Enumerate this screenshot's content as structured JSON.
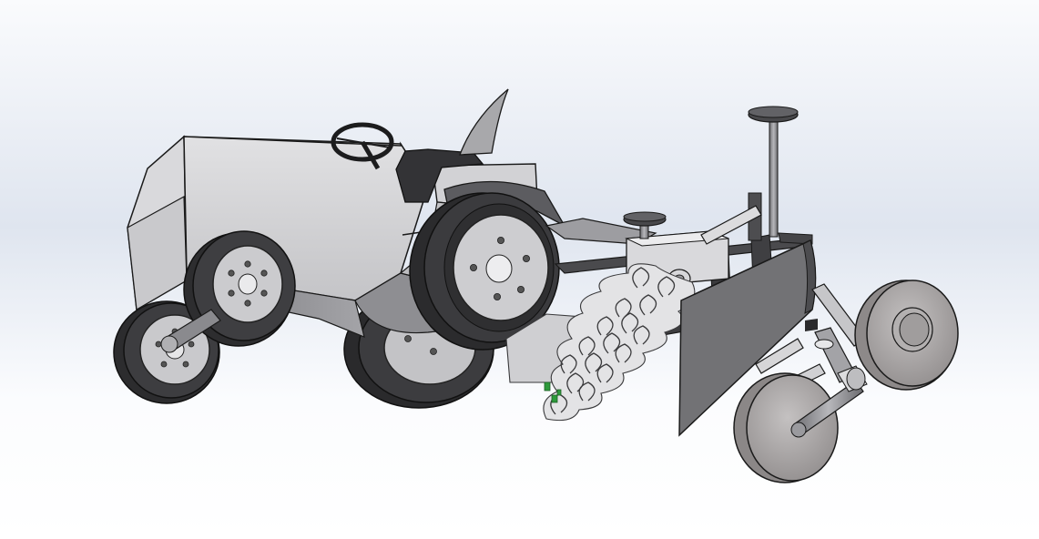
{
  "scene": {
    "colors": {
      "body_light": "#d6d6d8",
      "body_mid": "#a9a9ad",
      "body_dark": "#6e6e72",
      "tire": "#3a3a3c",
      "tire_dark": "#1f1f20",
      "rim": "#cfcfd2",
      "steel": "#8a8a8e",
      "blade": "#6f6f72",
      "roller_disk": "#a7a4a4",
      "tine": "#e9e9ea",
      "tine_accent": "#2e9a3c",
      "outline": "#1a1a1a"
    },
    "parts": [
      "tractor-hood",
      "tractor-cab-body",
      "steering-wheel",
      "seat",
      "front-wheel-left",
      "front-wheel-right",
      "rear-wheel-left",
      "rear-wheel-right",
      "rotary-tiller",
      "tiller-gearbox",
      "implement-frame",
      "leveling-blade",
      "support-post",
      "roller-wheel-upper",
      "roller-wheel-lower",
      "roller-axle",
      "hydraulic-cylinder"
    ]
  }
}
